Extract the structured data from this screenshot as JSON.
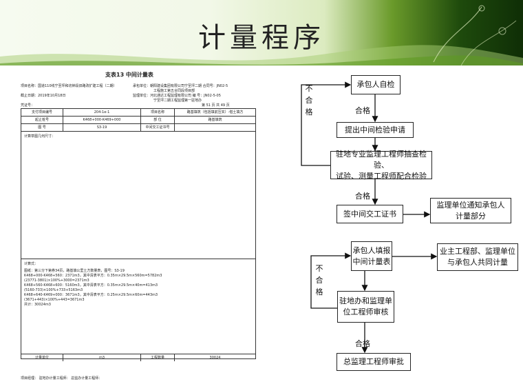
{
  "slide": {
    "title": "计量程序"
  },
  "document": {
    "caption": "支表13   中间计量表",
    "project_name": "项目名称：国道110线宁至坪和坊钟段旧路改扩建工程（二期）",
    "contractor_line1": "承包单位：朝阳建设集团有限公司宁至坪二期   合同号：JN02-5",
    "contractor_line2": "工程施工第五合同段项目部",
    "cutoff_date": "截止日期：2019年10月18日",
    "supervisor_line1": "监理单位：河北通达工程监理有限公司   编 号：JN02-5-05",
    "supervisor_line2": "宁至坪二期工程监理第一驻地办",
    "voucher": "凭证号：",
    "page_info": "第 51 页   共 49 页",
    "rows": [
      [
        "支付项目编号",
        "204-1e-1",
        "项目名称",
        "路基填筑（包括填前压实）-借土填方"
      ],
      [
        "起止桩号",
        "K468+000-K469+000",
        "部    位",
        "路基填筑"
      ],
      [
        "图    号",
        "S3-19",
        "中间交工证书号",
        ""
      ]
    ],
    "sketch_label": "计算草图几何尺寸：",
    "formula_title": "计算式：",
    "formula_lines": [
      "图纸：第三分下第券34页，路基填公里土方数量表，图号：S3-19",
      "K468+000-K468+560：2371m3，其中清表平方：0.35m×29.5m×560m=5782m3",
      "(23771-3801)×100%+3000=2371m3",
      "K468+560-K468+600：5160m3，其中清表平方：0.35m×29.5m×40m=413m3",
      "(5160-733)×100%+733+5163m3",
      "K468+640-K469+000：3671m3，其中清表平方：0.25m×29.5m×60m=443m3",
      "(3671+443)×100%+443=3671m3",
      "共计：30024m3"
    ],
    "footer_unit_label": "计量单位",
    "footer_unit": "m3",
    "footer_qty_label": "工程数量",
    "footer_qty": "30024",
    "sign_line": "项目经理：          驻地办计量工程师：          总监办计量工程师："
  },
  "flowchart": {
    "flow1": {
      "step1": "承包人自检",
      "pass1": "合格",
      "step2": "提出中间检验申请",
      "step3_line1": "驻地专业监理工程师抽查检验、",
      "step3_line2": "试验、测量工程师配合检验",
      "fail": "不合格",
      "pass2": "合格",
      "step4": "签中间交工证书",
      "notice_line1": "监理单位通知承包人",
      "notice_line2": "计量部分"
    },
    "flow2": {
      "step1_line1": "承包人填报",
      "step1_line2": "中间计量表",
      "owner_line1": "业主工程部、监理单位",
      "owner_line2": "与承包人共同计量",
      "fail": "不合格",
      "step2_line1": "驻地办和监理单",
      "step2_line2": "位工程师审核",
      "pass": "合格",
      "step3": "总监理工程师审批"
    }
  }
}
